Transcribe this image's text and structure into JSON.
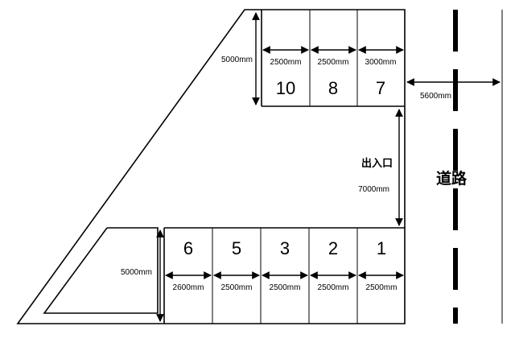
{
  "colors": {
    "ink": "#000000",
    "background": "#ffffff"
  },
  "top_row": {
    "depth_label": "5000mm",
    "spaces": [
      {
        "number": "10",
        "width_label": "2500mm"
      },
      {
        "number": "8",
        "width_label": "2500mm"
      },
      {
        "number": "7",
        "width_label": "3000mm"
      }
    ]
  },
  "bottom_row": {
    "depth_label": "5000mm",
    "spaces": [
      {
        "number": "6",
        "width_label": "2600mm"
      },
      {
        "number": "5",
        "width_label": "2500mm"
      },
      {
        "number": "3",
        "width_label": "2500mm"
      },
      {
        "number": "2",
        "width_label": "2500mm"
      },
      {
        "number": "1",
        "width_label": "2500mm"
      }
    ]
  },
  "entrance": {
    "label": "出入口",
    "width_label": "7000mm"
  },
  "road": {
    "label": "道路",
    "width_label": "5600mm"
  }
}
